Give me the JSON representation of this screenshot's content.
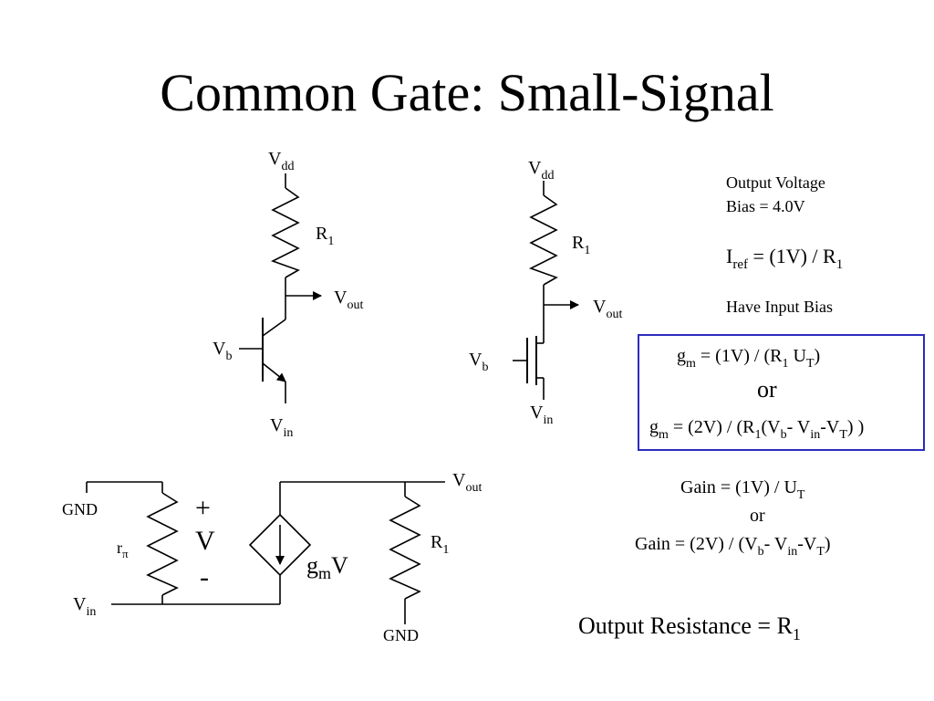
{
  "slide": {
    "title": "Common Gate: Small-Signal"
  },
  "bjt_circuit": {
    "vdd": {
      "main": "V",
      "sub": "dd"
    },
    "resistor": {
      "main": "R",
      "sub": "1"
    },
    "vout": {
      "main": "V",
      "sub": "out"
    },
    "vb": {
      "main": "V",
      "sub": "b"
    },
    "vin": {
      "main": "V",
      "sub": "in"
    }
  },
  "mos_circuit": {
    "vdd": {
      "main": "V",
      "sub": "dd"
    },
    "resistor": {
      "main": "R",
      "sub": "1"
    },
    "vout": {
      "main": "V",
      "sub": "out"
    },
    "vb": {
      "main": "V",
      "sub": "b"
    },
    "vin": {
      "main": "V",
      "sub": "in"
    }
  },
  "bias_notes": {
    "output_voltage_line1": "Output Voltage",
    "output_voltage_line2": "Bias = 4.0V",
    "iref": {
      "main": "I",
      "sub": "ref",
      "rest": " = (1V) / R",
      "sub2": "1"
    },
    "input_bias": "Have Input Bias"
  },
  "gm_box": {
    "line1": {
      "g": "g",
      "m": "m",
      "a": " = (1V) / (R",
      "s1": "1",
      "b": " U",
      "s2": "T",
      "c": ")"
    },
    "or": "or",
    "line2": {
      "g": "g",
      "m": "m",
      "a": " = (2V) / (R",
      "s1": "1",
      "b": "(V",
      "s2": "b",
      "c": "- V",
      "s3": "in",
      "d": "-V",
      "s4": "T",
      "e": ") )"
    }
  },
  "small_signal": {
    "gnd_left": "GND",
    "rpi": {
      "main": "r",
      "sub": "π"
    },
    "plus": "+",
    "v": "V",
    "minus": "-",
    "vin": {
      "main": "V",
      "sub": "in"
    },
    "gmv": {
      "g": "g",
      "m": "m",
      "v": "V"
    },
    "resistor": {
      "main": "R",
      "sub": "1"
    },
    "gnd_bottom": "GND",
    "vout": {
      "main": "V",
      "sub": "out"
    }
  },
  "gain": {
    "line1": {
      "a": "Gain = (1V) / U",
      "s": "T"
    },
    "or": "or",
    "line2": {
      "a": "Gain = (2V) / (V",
      "s1": "b",
      "b": "- V",
      "s2": "in",
      "c": "-V",
      "s3": "T",
      "d": ")"
    }
  },
  "output_resistance": {
    "a": "Output Resistance = R",
    "s": "1"
  }
}
